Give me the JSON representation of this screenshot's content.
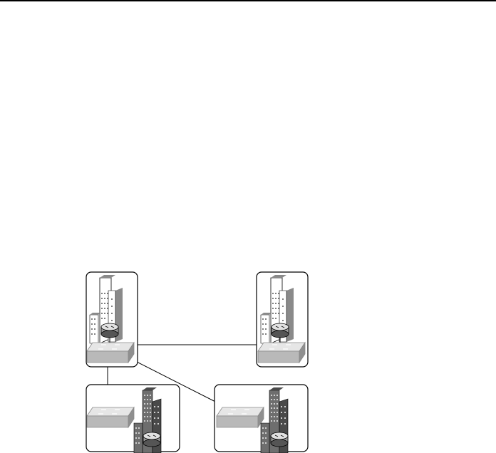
{
  "diagram": {
    "sites": [
      {
        "id": "site-top-left",
        "building": "light-building-icon",
        "device": "switch-icon",
        "router": "router-icon"
      },
      {
        "id": "site-top-right",
        "building": "light-building-icon",
        "device": "switch-icon",
        "router": "router-icon"
      },
      {
        "id": "site-bottom-left",
        "building": "dark-building-icon",
        "device": "switch-icon",
        "router": "router-icon"
      },
      {
        "id": "site-bottom-right",
        "building": "dark-building-icon",
        "device": "switch-icon",
        "router": "router-icon"
      }
    ],
    "links": [
      {
        "from": "site-top-left",
        "to": "site-top-right"
      },
      {
        "from": "site-top-left",
        "to": "site-bottom-left"
      },
      {
        "from": "site-top-left",
        "to": "site-bottom-right"
      }
    ],
    "colors": {
      "switch_top": "#e6e6e6",
      "switch_front": "#b9b9b9",
      "switch_side": "#8f8f8f",
      "building_light": "#ffffff",
      "building_light_shade": "#8a8a8a",
      "building_dark": "#6e6e6e",
      "building_dark_shade": "#4a4a4a",
      "line": "#000000"
    }
  }
}
